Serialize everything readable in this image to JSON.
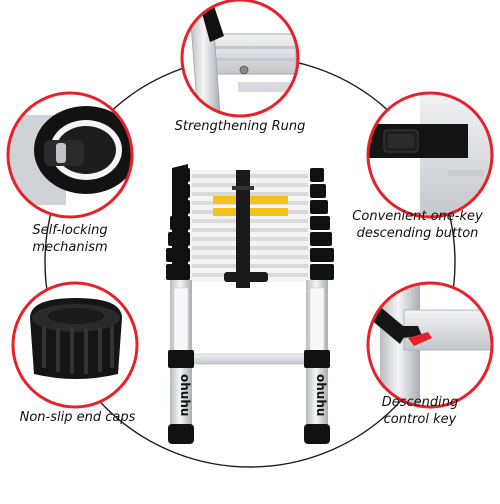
{
  "features": {
    "strengthening_rung": "Strengthening Rung",
    "self_locking": [
      "Self-locking",
      "mechanism"
    ],
    "one_key": [
      "Convenient one-key",
      "descending button"
    ],
    "end_caps": "Non-slip end caps",
    "control_key": [
      "Descending",
      "control key"
    ]
  },
  "brand": "ohuhu",
  "colors": {
    "accent": "#e8202a",
    "ring": "#222222",
    "aluminum": "#e4e6e8",
    "rubber": "#111111"
  }
}
